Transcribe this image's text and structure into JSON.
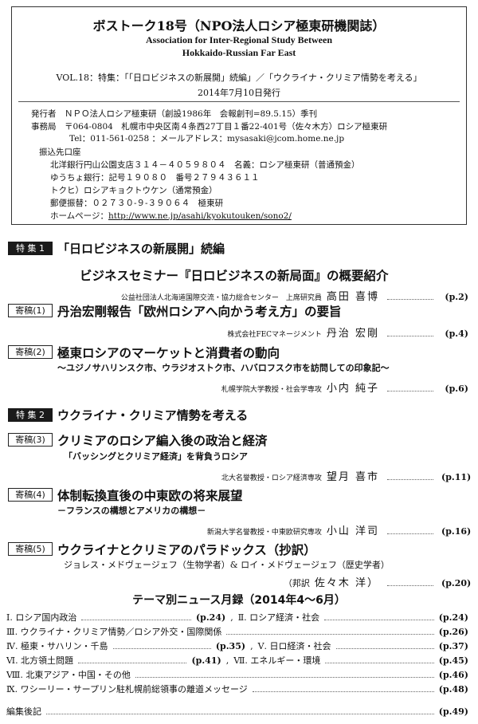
{
  "header": {
    "title": "ボストーク18号（NPO法人ロシア極東研機関誌）",
    "english_line1": "Association for Inter-Regional Study Between",
    "english_line2": "Hokkaido-Russian Far East",
    "volume_line": "VOL.18：特集：「「日ロビジネスの新展開」続編」／「ウクライナ・クリミア情勢を考える」",
    "date": "2014年7月10日発行"
  },
  "publisher": {
    "line1": "発行者　ＮＰＯ法人ロシア極東研（創設1986年　会報創刊=89.5.15）季刊",
    "line2": "事務局　〒064-0804　札幌市中央区南４条西27丁目１番22-401号（佐々木方）ロシア極東研",
    "line3": "Tel：011-561-0258 ：メールアドレス：mysasaki@jcom.home.ne.jp",
    "line4": "振込先口座",
    "line5": "北洋銀行円山公園支店３１４－４０５９８０４　名義：ロシア極東研（普通預金）",
    "line6": "ゆうちょ銀行：記号１９０８０　番号２７９４３６１１",
    "line7": "トクヒ）ロシアキョクトウケン（通常預金）",
    "line8": "郵便振替：０２７３０-９-３９０６４　極東研",
    "homepage_label": "ホームページ：",
    "homepage_url": "http://www.ne.jp/asahi/kyokutouken/sono2/"
  },
  "special1": {
    "tag": "特 集 1",
    "title": "「日ロビジネスの新展開」続編",
    "intro": {
      "title": "ビジネスセミナー『日ロビジネスの新局面』の概要紹介",
      "affiliation": "公益社団法人北海道国際交流・協力総合センター　上席研究員",
      "name": "高田 喜博",
      "page": "(p.2)"
    },
    "articles": [
      {
        "tag": "寄稿(1)",
        "title": "丹治宏剛報告「欧州ロシアへ向かう考え方」の要旨",
        "subtitle": "",
        "affiliation": "株式会社FECマネージメント",
        "name": "丹治 宏剛",
        "page": "(p.4)"
      },
      {
        "tag": "寄稿(2)",
        "title": "極東ロシアのマーケットと消費者の動向",
        "subtitle": "～ユジノサハリンスク市、ウラジオストク市、ハバロフスク市を訪問しての印象記～",
        "affiliation": "札幌学院大学教授・社会学専攻",
        "name": "小内 純子",
        "page": "(p.6)"
      }
    ]
  },
  "special2": {
    "tag": "特 集 2",
    "title": "ウクライナ・クリミア情勢を考える",
    "articles": [
      {
        "tag": "寄稿(3)",
        "title": "クリミアのロシア編入後の政治と経済",
        "subtitle": "「バッシングとクリミア経済」を背負うロシア",
        "affiliation": "北大名誉教授・ロシア経済専攻",
        "name": "望月 喜市",
        "page": "(p.11)"
      },
      {
        "tag": "寄稿(4)",
        "title": "体制転換直後の中東欧の将来展望",
        "subtitle": "－フランスの構想とアメリカの構想－",
        "affiliation": "新潟大学名誉教授・中東欧研究専攻",
        "name": "小山 洋司",
        "page": "(p.16)"
      },
      {
        "tag": "寄稿(5)",
        "title": "ウクライナとクリミアのパラドックス（抄訳）",
        "subtitle": "ジョレス・メドヴェージェフ（生物学者）& ロイ・メドヴェージェフ（歴史学者）",
        "affiliation": "（邦訳",
        "name": "佐々木 洋）",
        "page": "(p.20)"
      }
    ]
  },
  "news": {
    "title": "テーマ別ニュース月録（2014年4～6月）",
    "items": {
      "i": {
        "label": "Ⅰ. ロシア国内政治",
        "page": "(p.24)"
      },
      "ii": {
        "label": "Ⅱ. ロシア経済・社会",
        "page": "(p.24)"
      },
      "iii": {
        "label": "Ⅲ. ウクライナ・クリミア情勢／ロシア外交・国際関係",
        "page": "(p.26)"
      },
      "iv": {
        "label": "Ⅳ. 極東・サハリン・千島",
        "page": "(p.35)"
      },
      "v": {
        "label": "Ⅴ. 日ロ経済・社会",
        "page": "(p.37)"
      },
      "vi": {
        "label": "Ⅵ. 北方領土問題",
        "page": "(p.41)"
      },
      "vii": {
        "label": "Ⅶ. エネルギー・環境",
        "page": "(p.45)"
      },
      "viii": {
        "label": "Ⅷ. 北東アジア・中国・その他",
        "page": "(p.46)"
      },
      "ix": {
        "label": "Ⅸ. ワシーリー・サープリン駐札幌前総領事の離道メッセージ",
        "page": "(p.48)"
      },
      "afterword": {
        "label": "編集後記",
        "page": "(p.49)"
      },
      "comma": ","
    }
  }
}
